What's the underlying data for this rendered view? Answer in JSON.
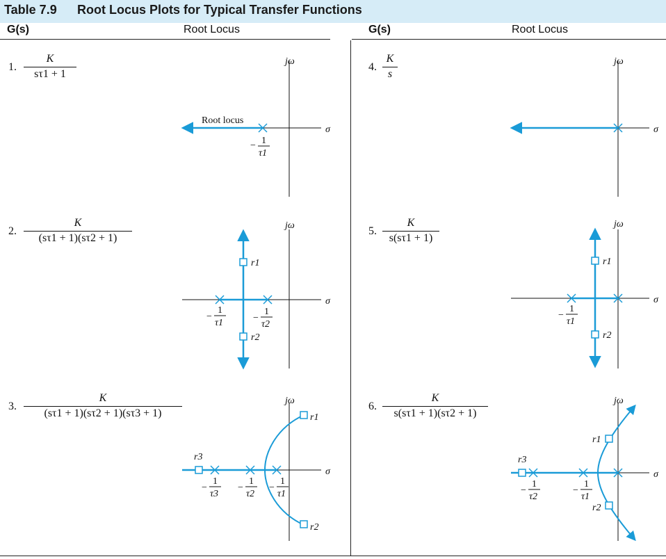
{
  "table": {
    "number": "Table 7.9",
    "title": "Root Locus Plots for Typical Transfer Functions",
    "col_g": "G(s)",
    "col_locus": "Root Locus"
  },
  "colors": {
    "locus": "#1a9bd7",
    "header_bg": "#d6ecf7"
  },
  "rows": [
    {
      "index": "1.",
      "num": "K",
      "den": "sτ1 + 1"
    },
    {
      "index": "4.",
      "num": "K",
      "den": "s"
    },
    {
      "index": "2.",
      "num": "K",
      "den": "(sτ1 + 1)(sτ2 + 1)"
    },
    {
      "index": "5.",
      "num": "K",
      "den": "s(sτ1 + 1)"
    },
    {
      "index": "3.",
      "num": "K",
      "den": "(sτ1 + 1)(sτ2 + 1)(sτ3 + 1)"
    },
    {
      "index": "6.",
      "num": "K",
      "den": "s(sτ1 + 1)(sτ2 + 1)"
    }
  ],
  "labels": {
    "jw": "jω",
    "sigma": "σ",
    "root_locus": "Root locus",
    "r1": "r1",
    "r2": "r2",
    "r3": "r3",
    "one": "1",
    "minus": "−",
    "tau1": "τ1",
    "tau2": "τ2",
    "tau3": "τ3"
  }
}
